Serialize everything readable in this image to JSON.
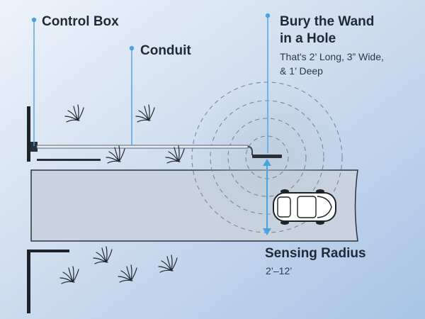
{
  "labels": {
    "control_box": "Control Box",
    "conduit": "Conduit",
    "wand_title_line1": "Bury the Wand",
    "wand_title_line2": "in a Hole",
    "wand_desc_line1": "That's 2’ Long, 3” Wide,",
    "wand_desc_line2": "& 1’ Deep",
    "sensing_title": "Sensing Radius",
    "sensing_value": "2’–12’"
  },
  "colors": {
    "background_light": "#eef3fa",
    "background_dark": "#a9c4e4",
    "driveway": "#c8d3df",
    "leader_line": "#4aa3e0",
    "text": "#1f2a36",
    "sensing_rings": "#7d8794"
  }
}
